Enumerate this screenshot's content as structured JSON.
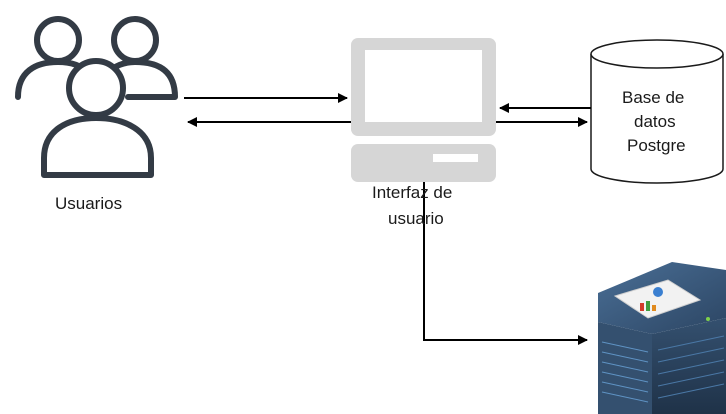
{
  "nodes": {
    "users": {
      "label": "Usuarios",
      "icon": "users-group-icon"
    },
    "ui": {
      "label_line1": "Interfaz de",
      "label_line2": "usuario",
      "icon": "desktop-computer-icon"
    },
    "db": {
      "label_line1": "Base de",
      "label_line2": "datos",
      "label_line3": "Postgre",
      "icon": "database-cylinder-icon"
    },
    "printer": {
      "icon": "printer-icon"
    }
  },
  "colors": {
    "icon_stroke": "#333b45",
    "arrow": "#000000",
    "monitor": "#d6d6d6",
    "monitor_dark": "#bcbcbc",
    "printer_body": "#2f4660",
    "printer_side": "#3f5f80",
    "printer_accent": "#5f93c4"
  }
}
